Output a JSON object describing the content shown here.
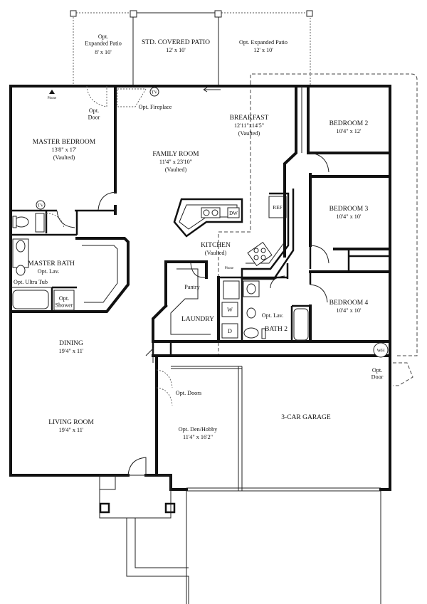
{
  "rooms": {
    "expanded_patio_left": {
      "name": "Opt.\nExpanded Patio",
      "size": "8' x 10'"
    },
    "covered_patio": {
      "name": "STD. COVERED PATIO",
      "size": "12' x 10'"
    },
    "expanded_patio_right": {
      "name": "Opt. Expanded Patio",
      "size": "12' x 10'"
    },
    "master_bedroom": {
      "name": "MASTER BEDROOM",
      "size": "13'8\" x 17'",
      "note": "(Vaulted)"
    },
    "family_room": {
      "name": "FAMILY ROOM",
      "size": "11'4\" x 23'10\"",
      "note": "(Vaulted)"
    },
    "breakfast": {
      "name": "BREAKFAST",
      "size": "12'11\"x14'5\"",
      "note": "(Vaulted)"
    },
    "bedroom2": {
      "name": "BEDROOM 2",
      "size": "10'4\" x 12'"
    },
    "bedroom3": {
      "name": "BEDROOM 3",
      "size": "10'4\" x 10'"
    },
    "bedroom4": {
      "name": "BEDROOM 4",
      "size": "10'4\" x 10'"
    },
    "kitchen": {
      "name": "KITCHEN",
      "note": "(Vaulted)"
    },
    "master_bath": {
      "name": "MASTER BATH"
    },
    "dining": {
      "name": "DINING",
      "size": "19'4\" x 11'"
    },
    "living_room": {
      "name": "LIVING ROOM",
      "size": "19'4\" x 11'"
    },
    "den": {
      "name": "Opt. Den/Hobby",
      "size": "11'4\" x 16'2\""
    },
    "garage": {
      "name": "3-CAR GARAGE"
    },
    "pantry": {
      "name": "Pantry"
    },
    "laundry": {
      "name": "LAUNDRY"
    },
    "bath2": {
      "name": "BATH 2"
    }
  },
  "notes": {
    "opt_door": "Opt.\nDoor",
    "opt_fireplace": "Opt. Fireplace",
    "opt_lav_master": "Opt. Lav.",
    "opt_ultra_tub": "Opt. Ultra Tub",
    "opt_shower": "Opt.\nShower",
    "opt_lav_bath2": "Opt. Lav.",
    "opt_doors": "Opt. Doors",
    "opt_door_garage": "Opt.\nDoor",
    "phone_master": "Phone",
    "phone_kitchen": "Phone"
  },
  "fixtures": {
    "tv": "TV",
    "refrigerator": "REF",
    "dishwasher": "DW",
    "washer": "W",
    "dryer": "D",
    "water_heater": "WH"
  }
}
